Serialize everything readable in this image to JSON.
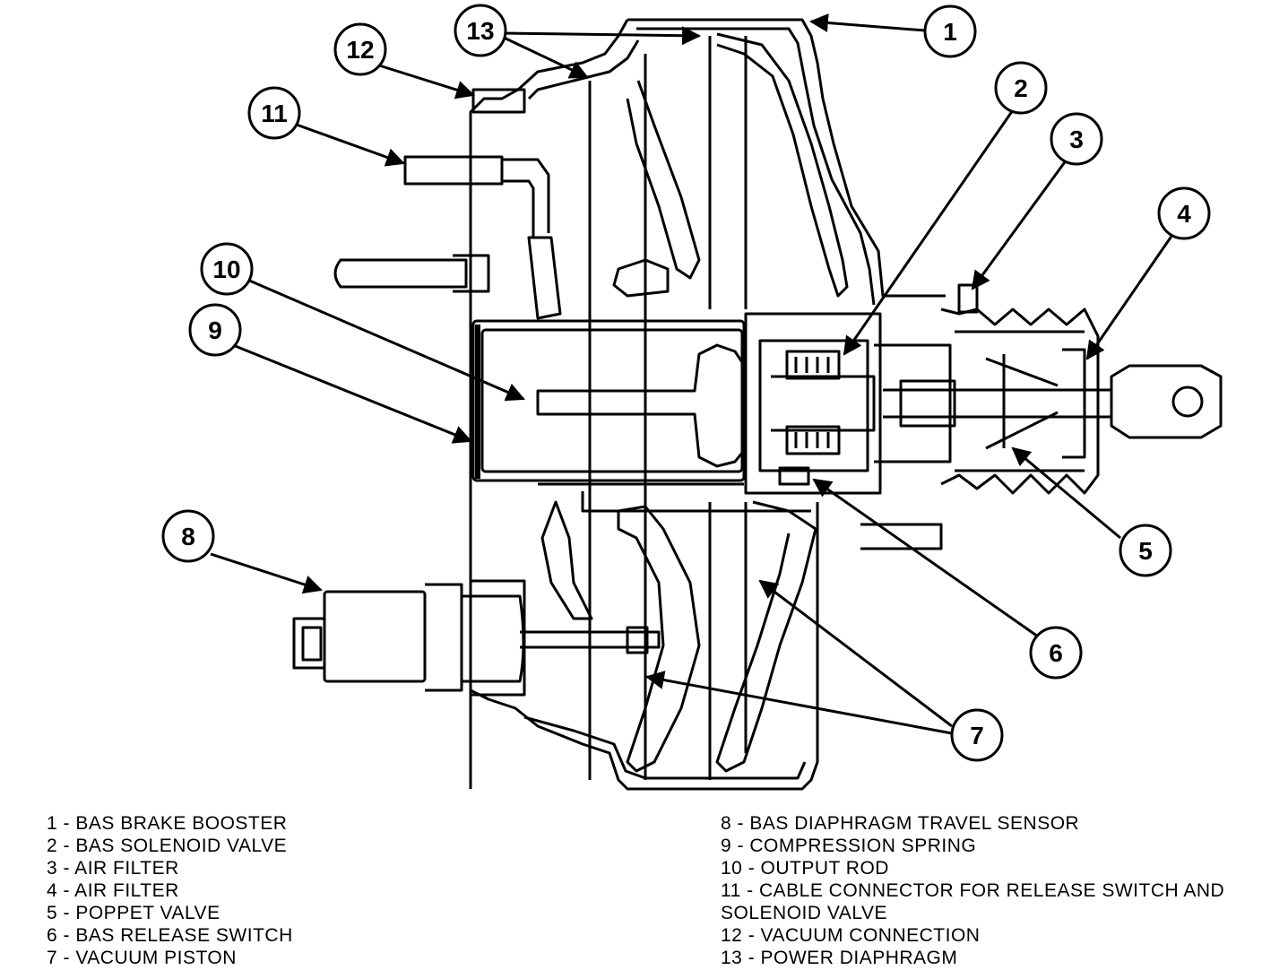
{
  "callouts": {
    "c1": "1",
    "c2": "2",
    "c3": "3",
    "c4": "4",
    "c5": "5",
    "c6": "6",
    "c7": "7",
    "c8": "8",
    "c9": "9",
    "c10": "10",
    "c11": "11",
    "c12": "12",
    "c13": "13"
  },
  "legend": {
    "left": [
      "1 - BAS BRAKE BOOSTER",
      "2 - BAS SOLENOID VALVE",
      "3 - AIR FILTER",
      "4 - AIR FILTER",
      "5 - POPPET VALVE",
      "6 - BAS RELEASE SWITCH",
      "7 - VACUUM PISTON"
    ],
    "right": [
      "8 - BAS DIAPHRAGM TRAVEL SENSOR",
      "9 - COMPRESSION SPRING",
      "10 - OUTPUT ROD",
      "11 - CABLE CONNECTOR FOR RELEASE SWITCH AND",
      "SOLENOID VALVE",
      "12 - VACUUM CONNECTION",
      "13 - POWER DIAPHRAGM"
    ]
  }
}
